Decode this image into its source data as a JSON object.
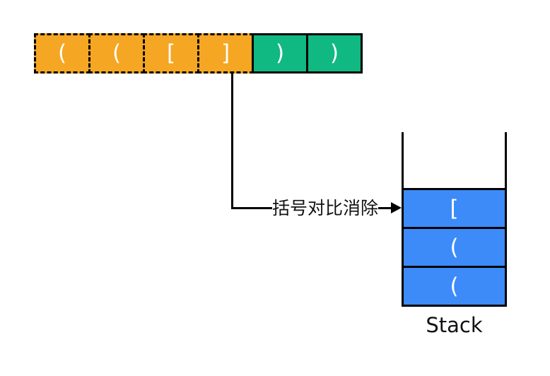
{
  "sequence": {
    "cells": [
      {
        "char": "(",
        "variant": "orange-dashed"
      },
      {
        "char": "(",
        "variant": "orange-dashed"
      },
      {
        "char": "[",
        "variant": "orange-dashed"
      },
      {
        "char": "]",
        "variant": "orange-dashed"
      },
      {
        "char": ")",
        "variant": "green-solid"
      },
      {
        "char": ")",
        "variant": "green-solid"
      }
    ]
  },
  "connector": {
    "label": "括号对比消除"
  },
  "stack": {
    "items": [
      {
        "char": "["
      },
      {
        "char": "("
      },
      {
        "char": "("
      }
    ],
    "label": "Stack"
  },
  "colors": {
    "orange_fill": "#F5A623",
    "green_fill": "#10B981",
    "blue_fill": "#3D8BF8",
    "line": "#000000",
    "cell_text": "#FFFFFF",
    "background": "#FFFFFF"
  }
}
